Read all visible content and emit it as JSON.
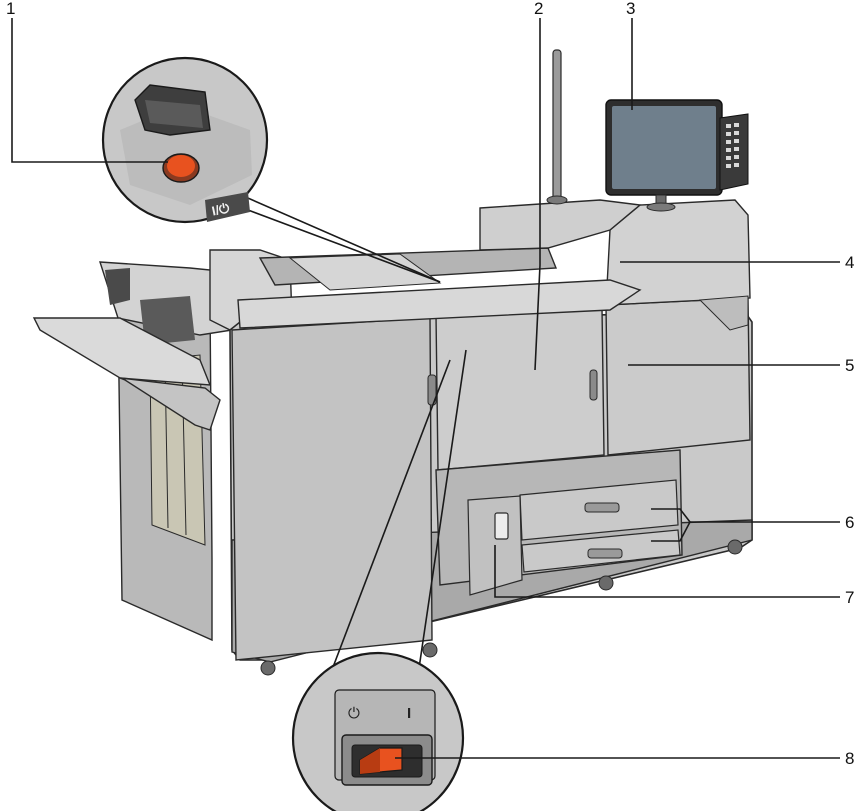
{
  "callouts": [
    "1",
    "2",
    "3",
    "4",
    "5",
    "6",
    "7",
    "8"
  ],
  "inset_top": {
    "switch_label": "I/⏻"
  },
  "inset_bottom": {
    "standby_symbol": "⏻",
    "on_symbol": "I"
  },
  "colors": {
    "body": "#c9c9c9",
    "body_dark": "#a9a9a9",
    "body_shadow": "#8e8e8e",
    "panel_screen": "#6f7f8c",
    "power_orange": "#e8521f",
    "outline": "#2a2a2a"
  }
}
